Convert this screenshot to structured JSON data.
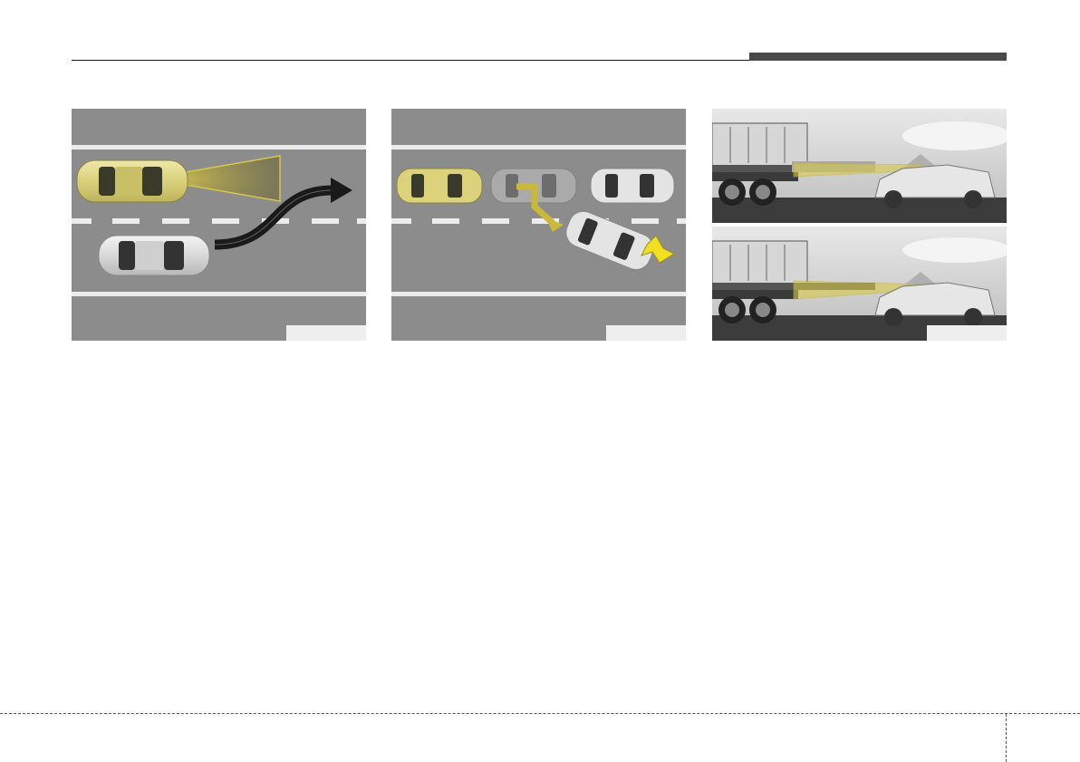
{
  "figures": [
    {
      "id": "fig-cut-in",
      "label": "",
      "description_icon": "lane-change-arrow-icon"
    },
    {
      "id": "fig-lane-leave",
      "label": "",
      "description_icon": "lane-exit-arrow-icon"
    },
    {
      "id": "fig-truck-top",
      "label": ""
    },
    {
      "id": "fig-truck-bottom",
      "label": ""
    }
  ],
  "colors": {
    "road": "#8a8a8a",
    "accent_yellow": "#e6d84a",
    "arrow_black": "#1a1a1a",
    "header_tab": "#4a4a4a"
  }
}
